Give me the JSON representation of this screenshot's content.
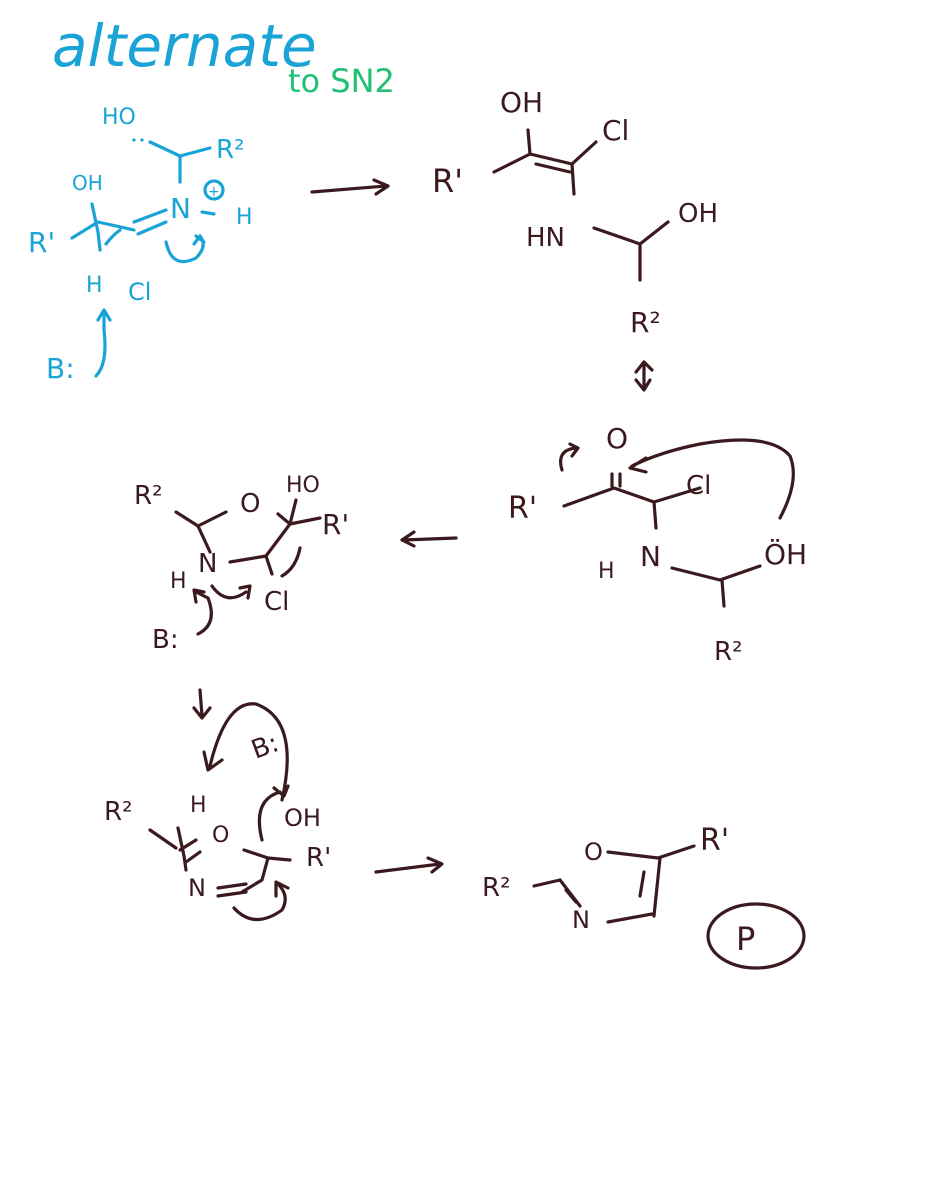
{
  "title": {
    "main": "alternate",
    "sub": "to SN2"
  },
  "colors": {
    "blue_ink": "#1aa3d6",
    "green_ink": "#22c074",
    "brown_ink": "#3a1a1e",
    "background": "#ffffff"
  },
  "step1": {
    "labels": {
      "ho": "HO",
      "r2": "R²",
      "oh": "OH",
      "n": "N",
      "plus": "+",
      "h_n": "H",
      "r1": "R'",
      "h": "H",
      "cl": "Cl",
      "base": "B:"
    }
  },
  "step2": {
    "labels": {
      "oh_top": "OH",
      "cl": "Cl",
      "r1": "R'",
      "hn": "HN",
      "oh_right": "OH",
      "r2": "R²"
    }
  },
  "step3": {
    "labels": {
      "o": "O",
      "r1": "R'",
      "cl": "Cl",
      "h": "H",
      "n": "N",
      "oh": "ÖH",
      "r2": "R²"
    }
  },
  "step4": {
    "labels": {
      "r2": "R²",
      "o": "O",
      "ho": "HO",
      "r1": "R'",
      "h": "H",
      "n": "N",
      "cl": "Cl",
      "base": "B:"
    }
  },
  "step5": {
    "labels": {
      "base": "B:",
      "r2": "R²",
      "h": "H",
      "o": "O",
      "oh": "OH",
      "r1": "R'",
      "n": "N"
    }
  },
  "product": {
    "labels": {
      "r2": "R²",
      "o": "O",
      "r1": "R'",
      "n": "N",
      "mark": "P"
    }
  }
}
